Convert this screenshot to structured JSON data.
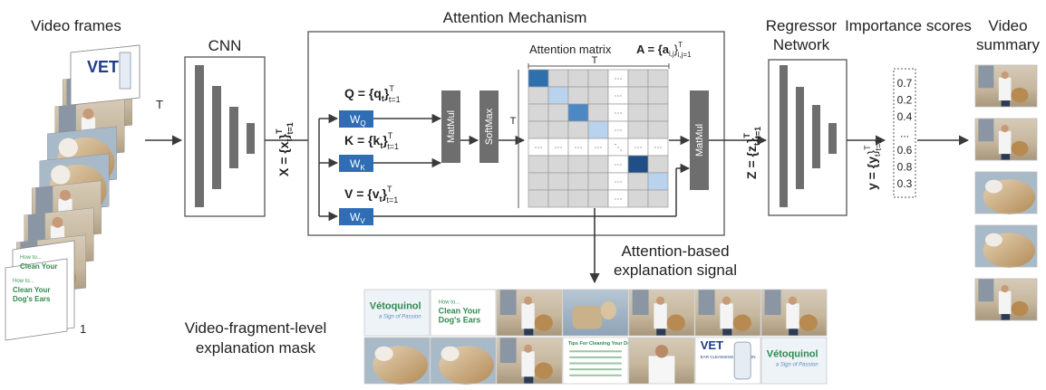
{
  "input": {
    "title": "Video frames",
    "T": "T",
    "one": "1",
    "card_how": "How to...",
    "card_title": "Clean Your Dog's Ears",
    "vet_logo": "VET"
  },
  "cnn": {
    "title": "CNN",
    "X": "X = {x",
    "X_sub": "t",
    "X_tail": "}",
    "X_sup": "T",
    "X_range": "t=1"
  },
  "attention": {
    "title": "Attention Mechanism",
    "matrix_title": "Attention matrix",
    "A_eq": "A = {a",
    "A_sub": "i,j",
    "A_close": "}",
    "A_sup": "T",
    "A_range": "i,j=1",
    "T_top": "T",
    "T_left": "T",
    "Q": "Q = {q",
    "Q_sub": "t",
    "Q_close": "}",
    "Q_sup": "T",
    "Q_range": "t=1",
    "K": "K = {k",
    "K_sub": "t",
    "K_close": "}",
    "K_sup": "T",
    "K_range": "t=1",
    "V": "V = {v",
    "V_sub": "t",
    "V_close": "}",
    "V_sup": "T",
    "V_range": "t=1",
    "WQ": "W",
    "WQ_sub": "Q",
    "WK": "W",
    "WK_sub": "K",
    "WV": "W",
    "WV_sub": "V",
    "matmul1": "MatMul",
    "softmax": "SoftMax",
    "matmul2": "MatMul",
    "dots": "..."
  },
  "regressor": {
    "title_line1": "Regressor",
    "title_line2": "Network",
    "Z": "Z = {z",
    "Z_sub": "t",
    "Z_close": "}",
    "Z_sup": "T",
    "Z_range": "t=1"
  },
  "scores": {
    "title": "Importance scores",
    "y": "y = {y",
    "y_sub": "t",
    "y_close": "}",
    "y_sup": "T",
    "y_range": "t=1",
    "values": [
      "0.7",
      "0.2",
      "0.4",
      "...",
      "0.6",
      "0.8",
      "0.3"
    ]
  },
  "summary": {
    "title_line1": "Video",
    "title_line2": "summary"
  },
  "explanation": {
    "signal_line1": "Attention-based",
    "signal_line2": "explanation signal",
    "mask_line1": "Video-fragment-level",
    "mask_line2": "explanation mask",
    "brand": "Vétoquinol",
    "brand_tag": "a Sign of Passion",
    "how": "How to...",
    "clean_title": "Clean Your Dog's Ears",
    "tips_title": "Tips For Cleaning Your Dog's Ears",
    "vet": "VET",
    "product": "EAR CLEANSING SOLUTION"
  },
  "colors": {
    "box_gray": "#6e6e6e",
    "w_blue": "#2f6eb5",
    "cell_light": "#d7d7d7",
    "cell_highlight_dark": "#2e6fad",
    "cell_highlight_mid": "#7fa9d6",
    "cell_highlight_light": "#b9d2ee"
  }
}
